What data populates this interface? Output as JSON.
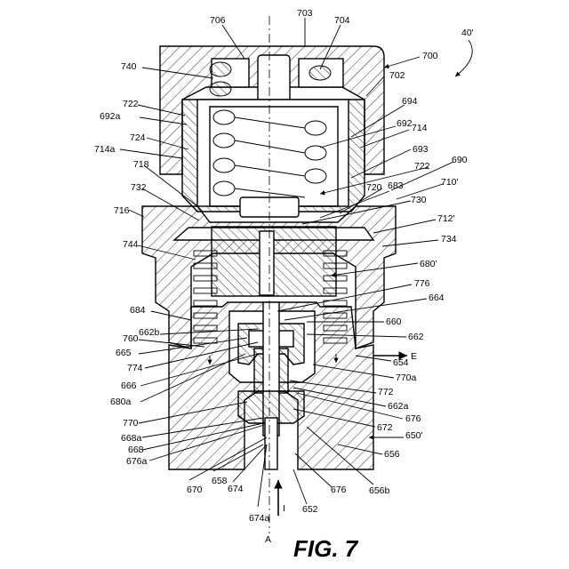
{
  "figure": {
    "caption": "FIG. 7",
    "reference_number": "40'",
    "axis_label": "A",
    "arrow_labels": {
      "flow_up": "I",
      "flow_right": "E"
    }
  },
  "labels": [
    "706",
    "703",
    "704",
    "700",
    "740",
    "702",
    "722",
    "692a",
    "694",
    "692",
    "714",
    "724",
    "714a",
    "693",
    "722",
    "690",
    "718",
    "720",
    "683",
    "710'",
    "732",
    "730",
    "716",
    "712'",
    "734",
    "744",
    "680'",
    "776",
    "684",
    "664",
    "662b",
    "660",
    "760",
    "662",
    "665",
    "E",
    "654",
    "774",
    "770a",
    "666",
    "772",
    "680a",
    "662a",
    "676",
    "770",
    "672",
    "668a",
    "650'",
    "668",
    "676a",
    "656",
    "670",
    "658",
    "674",
    "676",
    "656b",
    "652",
    "674a"
  ]
}
